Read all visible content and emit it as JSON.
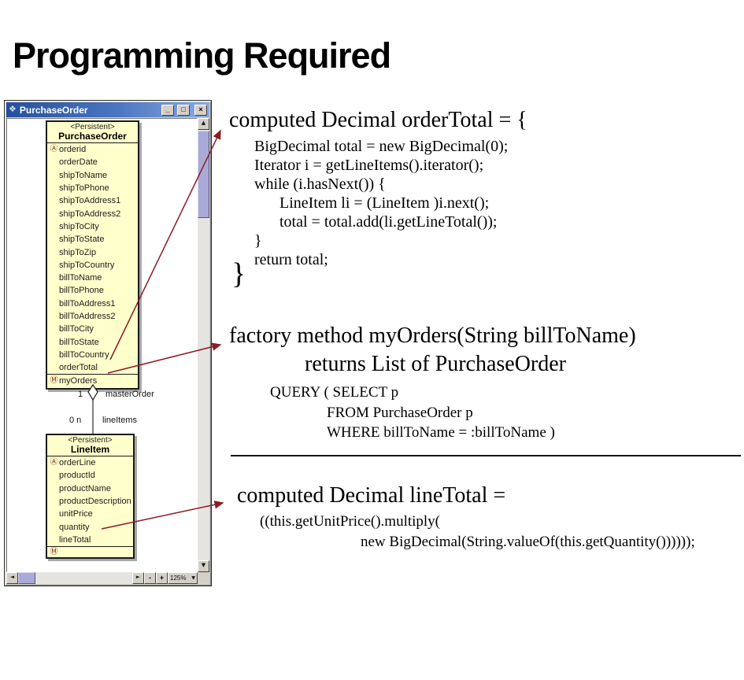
{
  "slide": {
    "title": "Programming Required"
  },
  "window": {
    "title": "PurchaseOrder",
    "controls": {
      "minimize": "_",
      "maximize": "□",
      "close": "×"
    },
    "icons": {
      "window": "❖",
      "scroll_up": "▲",
      "scroll_down": "▼",
      "scroll_left": "◄",
      "scroll_right": "►",
      "dropdown_arrow": "▼",
      "attribute_marker": "Ⓐ",
      "method_marker": "Ⓜ"
    },
    "zoom_toolbar": {
      "zoom_out": "-",
      "zoom_in": "+",
      "zoom_level": "125%"
    },
    "diagram": {
      "purchase_order_class": {
        "stereotype": "<Persistent>",
        "name": "PurchaseOrder",
        "attributes": [
          {
            "marker": "Ⓐ",
            "label": "orderid"
          },
          {
            "marker": "",
            "label": "orderDate"
          },
          {
            "marker": "",
            "label": "shipToName"
          },
          {
            "marker": "",
            "label": "shipToPhone"
          },
          {
            "marker": "",
            "label": "shipToAddress1"
          },
          {
            "marker": "",
            "label": "shipToAddress2"
          },
          {
            "marker": "",
            "label": "shipToCity"
          },
          {
            "marker": "",
            "label": "shipToState"
          },
          {
            "marker": "",
            "label": "shipToZip"
          },
          {
            "marker": "",
            "label": "shipToCountry"
          },
          {
            "marker": "",
            "label": "billToName"
          },
          {
            "marker": "",
            "label": "billToPhone"
          },
          {
            "marker": "",
            "label": "billToAddress1"
          },
          {
            "marker": "",
            "label": "billToAddress2"
          },
          {
            "marker": "",
            "label": "billToCity"
          },
          {
            "marker": "",
            "label": "billToState"
          },
          {
            "marker": "",
            "label": "billToCountry"
          },
          {
            "marker": "",
            "label": "orderTotal"
          }
        ],
        "methods": [
          {
            "marker": "Ⓜ",
            "label": "myOrders"
          }
        ]
      },
      "line_item_class": {
        "stereotype": "<Persistent>",
        "name": "LineItem",
        "attributes": [
          {
            "marker": "Ⓐ",
            "label": "orderLine"
          },
          {
            "marker": "",
            "label": "productId"
          },
          {
            "marker": "",
            "label": "productName"
          },
          {
            "marker": "",
            "label": "productDescription"
          },
          {
            "marker": "",
            "label": "unitPrice"
          },
          {
            "marker": "",
            "label": "quantity"
          },
          {
            "marker": "",
            "label": "lineTotal"
          }
        ],
        "methods": [
          {
            "marker": "Ⓜ",
            "label": ""
          }
        ]
      },
      "association": {
        "upper_multiplicity": "1",
        "upper_role": "masterOrder",
        "lower_multiplicity": "0 n",
        "lower_role": "lineItems"
      }
    }
  },
  "code_blocks": {
    "order_total": {
      "heading": "computed Decimal orderTotal = {",
      "lines": [
        {
          "indent": 1,
          "text": "BigDecimal total = new BigDecimal(0);"
        },
        {
          "indent": 1,
          "text": "Iterator i = getLineItems().iterator();"
        },
        {
          "indent": 1,
          "text": "while (i.hasNext()) {"
        },
        {
          "indent": 2,
          "text": "LineItem li = (LineItem )i.next();"
        },
        {
          "indent": 2,
          "text": "total = total.add(li.getLineTotal());"
        },
        {
          "indent": 1,
          "text": "}"
        },
        {
          "indent": 1,
          "text": "return total;"
        }
      ],
      "closing_brace": "}"
    },
    "my_orders": {
      "heading_line1": "factory method myOrders(String billToName)",
      "heading_line2": "returns List of PurchaseOrder",
      "lines": [
        {
          "indent": 0,
          "text": "QUERY ( SELECT p"
        },
        {
          "indent": 1,
          "text": "FROM PurchaseOrder p"
        },
        {
          "indent": 1,
          "text": "WHERE billToName = :billToName )"
        }
      ]
    },
    "line_total": {
      "heading": "computed Decimal lineTotal =",
      "lines": [
        {
          "indent": 0,
          "text": "((this.getUnitPrice().multiply("
        },
        {
          "indent": 1,
          "text": "new BigDecimal(String.valueOf(this.getQuantity())))));"
        }
      ]
    }
  },
  "colors": {
    "arrow": "#8b1c24",
    "class_fill": "#ffffcc",
    "titlebar_start": "#24509c",
    "titlebar_end": "#8aabdf",
    "scroll_thumb": "#aaaad8",
    "window_chrome": "#d4d0c8"
  }
}
